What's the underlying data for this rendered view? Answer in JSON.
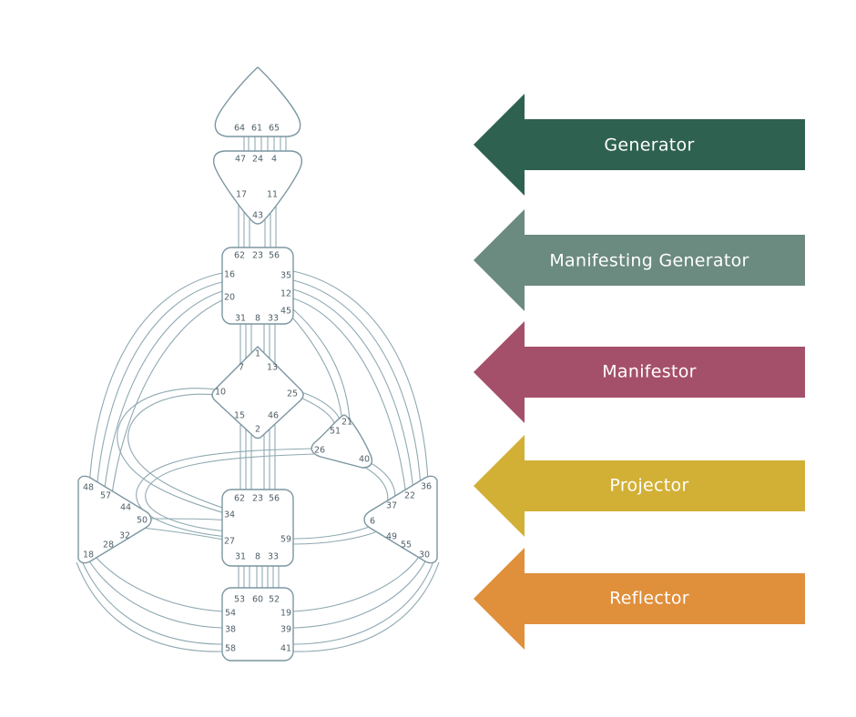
{
  "chart": {
    "centers": {
      "head": [
        "64",
        "61",
        "65"
      ],
      "ajna": [
        "47",
        "24",
        "4",
        "17",
        "11",
        "43"
      ],
      "throat": [
        "62",
        "23",
        "56",
        "16",
        "20",
        "35",
        "12",
        "45",
        "31",
        "8",
        "33"
      ],
      "g": [
        "1",
        "7",
        "13",
        "10",
        "25",
        "15",
        "46",
        "2"
      ],
      "heart": [
        "21",
        "51",
        "26",
        "40"
      ],
      "sacral": [
        "62",
        "23",
        "56",
        "34",
        "27",
        "59",
        "31",
        "8",
        "33"
      ],
      "spleen": [
        "48",
        "57",
        "44",
        "50",
        "32",
        "28",
        "18"
      ],
      "solar": [
        "36",
        "22",
        "37",
        "6",
        "49",
        "55",
        "30"
      ],
      "root": [
        "53",
        "60",
        "52",
        "54",
        "19",
        "38",
        "39",
        "58",
        "41"
      ]
    }
  },
  "types": [
    {
      "label": "Generator",
      "color": "#2e6150"
    },
    {
      "label": "Manifesting Generator",
      "color": "#6b8a80"
    },
    {
      "label": "Manifestor",
      "color": "#a5506a"
    },
    {
      "label": "Projector",
      "color": "#d2b036"
    },
    {
      "label": "Reflector",
      "color": "#e08f3b"
    }
  ]
}
